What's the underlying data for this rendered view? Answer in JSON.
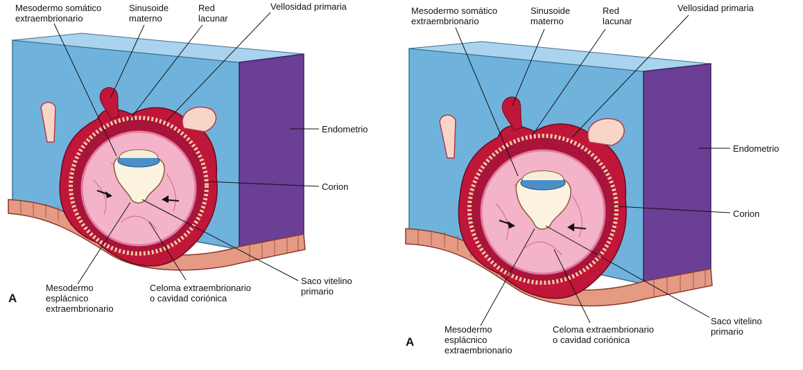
{
  "panels": [
    {
      "letter": "A",
      "labels": {
        "mesodermo_somatico": "Mesodermo somático\nextraembrionario",
        "sinusoide": "Sinusoide\nmaterno",
        "red_lacunar": "Red\nlacunar",
        "vellosidad": "Vellosidad primaria",
        "endometrio": "Endometrio",
        "corion": "Corion",
        "saco_vitelino": "Saco vitelino\nprimario",
        "celoma": "Celoma extraembrionario\no cavidad coriónica",
        "mesodermo_esplacnico": "Mesodermo\nesplácnico\nextraembrionario"
      }
    },
    {
      "letter": "A",
      "labels": {
        "mesodermo_somatico": "Mesodermo somático\nextraembrionario",
        "sinusoide": "Sinusoide\nmaterno",
        "red_lacunar": "Red\nlacunar",
        "vellosidad": "Vellosidad primaria",
        "endometrio": "Endometrio",
        "corion": "Corion",
        "saco_vitelino": "Saco vitelino\nprimario",
        "celoma": "Celoma extraembrionario\no cavidad coriónica",
        "mesodermo_esplacnico": "Mesodermo\nesplácnico\nextraembrionario"
      }
    }
  ],
  "colors": {
    "block_face": "#6fb3dc",
    "block_side": "#6a3f95",
    "block_top": "#a9d3ee",
    "trophoblast": "#c0163a",
    "coelom": "#f3b3c8",
    "yolk_sac": "#fbf2e0",
    "epithelium": "#e59a84"
  }
}
